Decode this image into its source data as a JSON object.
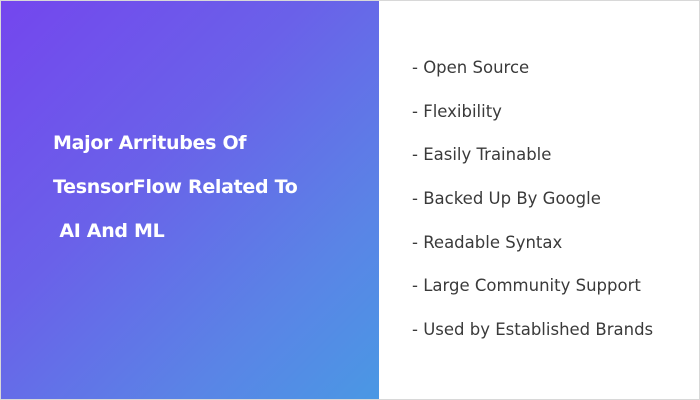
{
  "headline": {
    "lines": [
      "Major Arritubes Of",
      "TesnsorFlow Related To",
      " AI And ML"
    ]
  },
  "features": [
    "- Open Source",
    "- Flexibility",
    "- Easily Trainable",
    "- Backed Up By Google",
    "- Readable Syntax",
    "- Large Community Support",
    "- Used by Established Brands"
  ],
  "colors": {
    "gradient_start": "#7446ee",
    "gradient_end": "#4a98e4",
    "headline_text": "#ffffff",
    "list_text": "#3a3a3a",
    "background": "#ffffff"
  }
}
